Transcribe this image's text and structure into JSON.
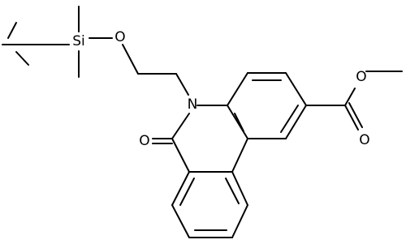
{
  "molecule": {
    "atoms": {
      "si": "Si",
      "o_ether": "O",
      "n": "N",
      "o_carbonyl": "O",
      "o_ester_single": "O",
      "o_ester_double": "O"
    }
  },
  "colors": {
    "bond": "#000000",
    "label": "#000000",
    "background": "#ffffff"
  }
}
